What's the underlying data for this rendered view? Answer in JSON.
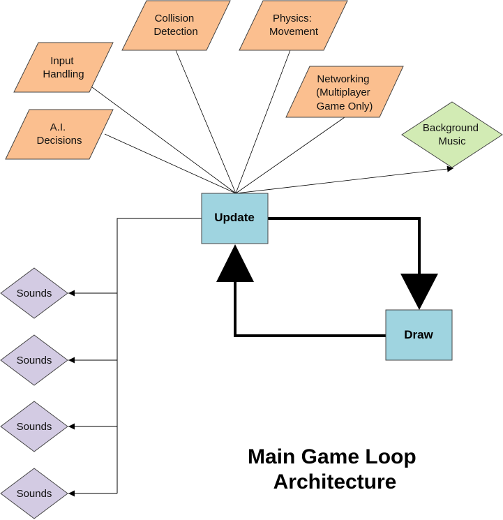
{
  "colors": {
    "para_fill": "#fbbf8f",
    "box_fill": "#9fd4e0",
    "diamond_fill": "#d2ebb4",
    "sound_fill": "#d3cbe3",
    "stroke": "#444444",
    "loop_line": "#000000"
  },
  "inputs": [
    {
      "lines": [
        "Input",
        "Handling"
      ]
    },
    {
      "lines": [
        "Collision",
        "Detection"
      ]
    },
    {
      "lines": [
        "Physics:",
        "Movement"
      ]
    },
    {
      "lines": [
        "Networking",
        "(Multiplayer",
        "Game Only)"
      ]
    },
    {
      "lines": [
        "A.I.",
        "Decisions"
      ]
    }
  ],
  "background_music": {
    "lines": [
      "Background",
      "Music"
    ]
  },
  "update": {
    "label": "Update"
  },
  "draw": {
    "label": "Draw"
  },
  "sounds": [
    {
      "label": "Sounds"
    },
    {
      "label": "Sounds"
    },
    {
      "label": "Sounds"
    },
    {
      "label": "Sounds"
    }
  ],
  "title": {
    "lines": [
      "Main Game Loop",
      "Architecture"
    ]
  }
}
